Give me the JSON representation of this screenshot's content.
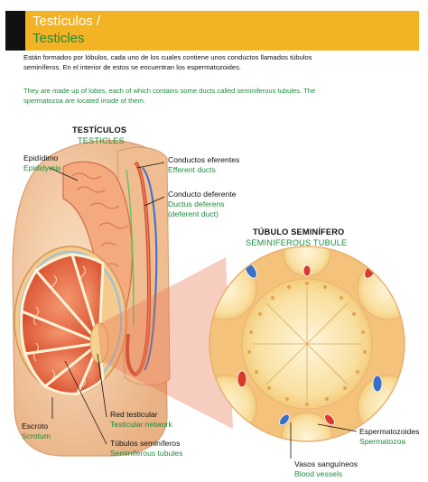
{
  "header": {
    "title_es": "Testículos /",
    "title_en": "Testicles"
  },
  "intro": {
    "es": "Están formados por lóbulos, cada uno de los cuales contiene unos conductos llamados túbulos seminíferos. En el interior de estos se encuentran los espermatozoides.",
    "en": "They are made up of lobes, each of which contains some ducts called seminiferous tubules. The spermatozoa are located inside of them."
  },
  "labels": {
    "testicles_es": "TESTÍCULOS",
    "testicles_en": "TESTICLES",
    "epididymis_es": "Epidídimo",
    "epididymis_en": "Epididymis",
    "efferent_es": "Conductos eferentes",
    "efferent_en": "Efferent ducts",
    "deferent_es": "Conducto deferente",
    "deferent_en1": "Ductus deferens",
    "deferent_en2": "(deferent duct)",
    "tubule_es": "TÚBULO SEMINÍFERO",
    "tubule_en": "SEMINIFEROUS TUBULE",
    "scrotum_es": "Escroto",
    "scrotum_en": "Scrotum",
    "network_es": "Red testicular",
    "network_en": "Testicular network",
    "tubules_es": "Túbulos seminíferos",
    "tubules_en": "Seminiferous tubules",
    "sperm_es": "Espermatozoides",
    "sperm_en": "Spermatozoa",
    "vessels_es": "Vasos sanguíneos",
    "vessels_en": "Blood vessels"
  },
  "colors": {
    "header_bg": "#f2b324",
    "accent_green": "#1c8c3c",
    "scrotum": "#f3c9a1",
    "lobule": "#e2613e",
    "tubule_bg": "#f7d98f",
    "vessel": "#3a6fc8"
  }
}
